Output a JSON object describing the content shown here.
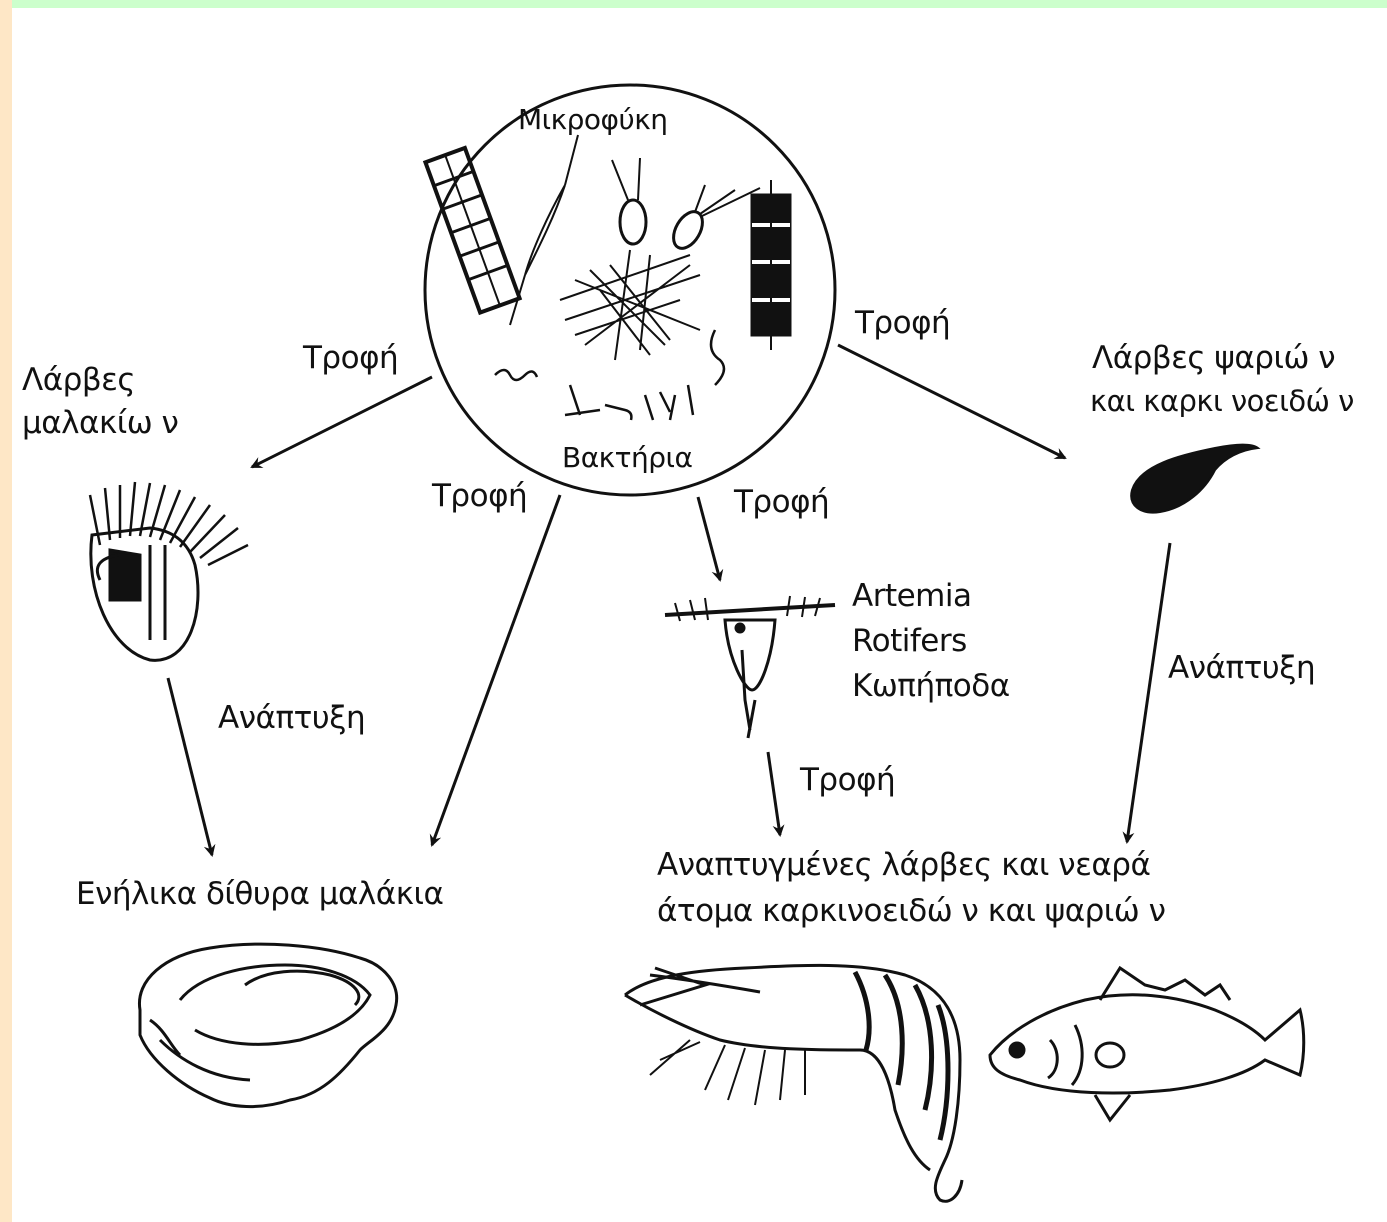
{
  "labels": {
    "microalgae": "Μικροφύκη",
    "bacteria": "Βακτήρια",
    "food_left_top": "Τροφή",
    "food_right_top": "Τροφή",
    "food_mid_left": "Τροφή",
    "food_mid_right": "Τροφή",
    "food_bottom": "Τροφή",
    "mollusc_larvae_line1": "Λάρβες",
    "mollusc_larvae_line2": "μαλακίω ν",
    "fish_larvae_line1": "Λάρβες ψαριώ ν",
    "fish_larvae_line2": "και καρκι νοειδώ ν",
    "growth_left": "Ανάπτυξη",
    "growth_right": "Ανάπτυξη",
    "zooplankton_line1": "Artemia",
    "zooplankton_line2": "Rotifers",
    "zooplankton_line3": "Κωπήποδα",
    "adult_bivalves": "Ενήλικα δίθυρα μαλάκια",
    "juveniles_line1": "Αναπτυγμένες λάρβες και νεαρά",
    "juveniles_line2": "άτομα καρκινοειδώ ν και ψαριώ ν"
  },
  "colors": {
    "background_outer": "#ccffcc",
    "left_frame": "#fee7c6",
    "canvas": "#ffffff",
    "ink": "#111111"
  },
  "icons": [
    "microalgae-circle-icon",
    "oyster-larva-icon",
    "fish-larva-icon",
    "copepod-icon",
    "oyster-icon",
    "shrimp-icon",
    "fish-icon"
  ]
}
